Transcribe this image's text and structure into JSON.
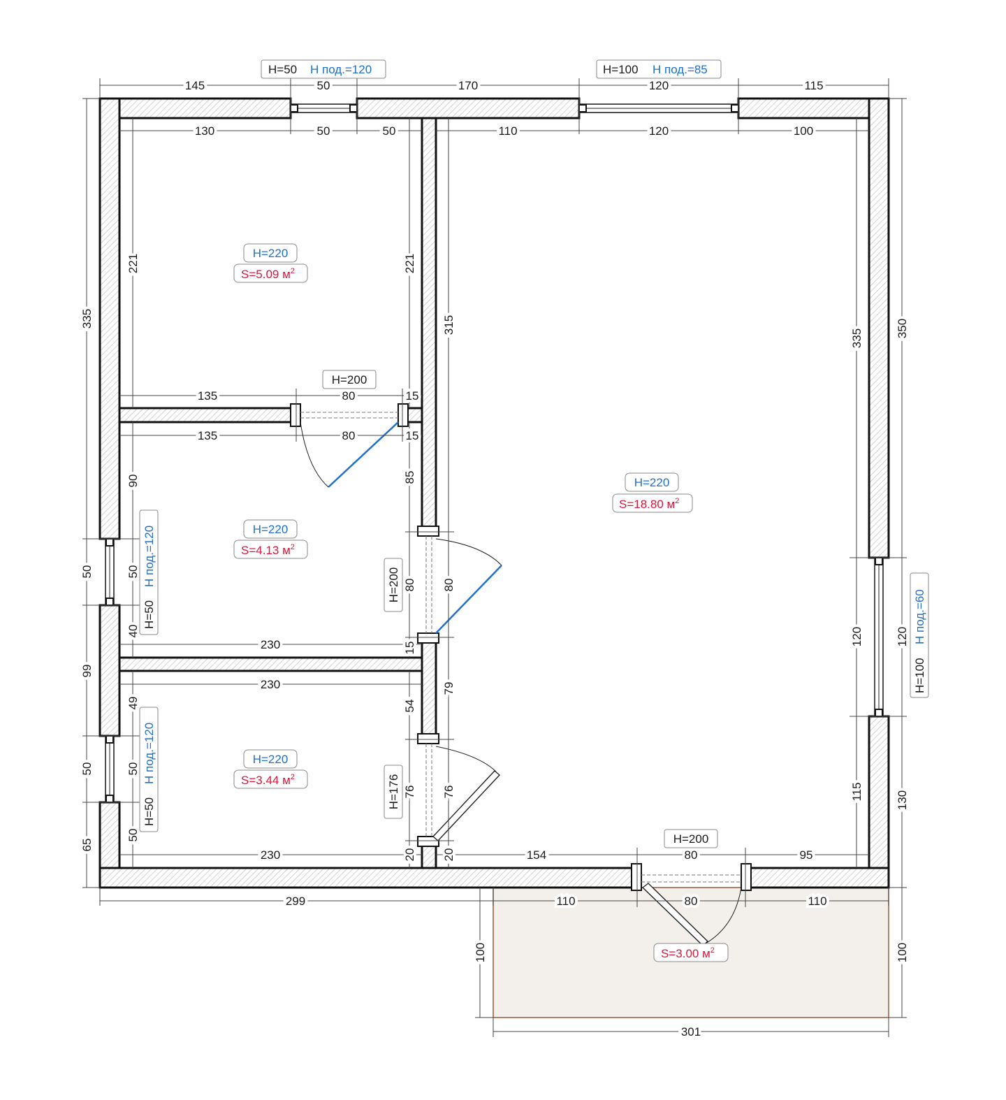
{
  "rooms": [
    {
      "height": "H=220",
      "area": "S=5.09 м",
      "sup": "2"
    },
    {
      "height": "H=220",
      "area": "S=4.13 м",
      "sup": "2"
    },
    {
      "height": "H=220",
      "area": "S=3.44 м",
      "sup": "2"
    },
    {
      "height": "H=220",
      "area": "S=18.80 м",
      "sup": "2"
    },
    {
      "area": "S=3.00 м",
      "sup": "2"
    }
  ],
  "windows": [
    {
      "h": "H=50",
      "sill": "H под.=120"
    },
    {
      "h": "H=100",
      "sill": "H под.=85"
    },
    {
      "h": "H=50",
      "sill": "H под.=120"
    },
    {
      "h": "H=50",
      "sill": "H под.=120"
    },
    {
      "h": "H=100",
      "sill": "H под.=60"
    }
  ],
  "doors": [
    "H=200",
    "H=200",
    "H=176",
    "H=200"
  ],
  "dims": {
    "top_outer": [
      "145",
      "50",
      "170",
      "120",
      "115"
    ],
    "top_inner_left": [
      "130",
      "50",
      "50"
    ],
    "top_inner_right": [
      "110",
      "120",
      "100"
    ],
    "room1_side_left": "221",
    "room1_side_right": "221",
    "door1_above": [
      "135",
      "80",
      "15"
    ],
    "door1_below": [
      "135",
      "80",
      "15"
    ],
    "room2_left": [
      "90",
      "50",
      "40"
    ],
    "room2_right": [
      "85",
      "80",
      "15"
    ],
    "room2_bottom": "230",
    "room3_top": "230",
    "room3_left": [
      "49",
      "50",
      "50"
    ],
    "room3_right": [
      "54",
      "76",
      "20"
    ],
    "room3_bottom": "230",
    "corridor_right": [
      "315",
      "80",
      "79",
      "76",
      "20"
    ],
    "big_right_inner": [
      "335",
      "120",
      "115"
    ],
    "big_bottom": [
      "154",
      "80",
      "95"
    ],
    "left_outer": [
      "335",
      "50",
      "99",
      "50",
      "65"
    ],
    "right_outer": [
      "350",
      "120",
      "130"
    ],
    "bottom_outer": "299",
    "balcony_top": [
      "110",
      "80",
      "110"
    ],
    "balcony_side": [
      "100",
      "100"
    ],
    "balcony_bottom": "301"
  }
}
